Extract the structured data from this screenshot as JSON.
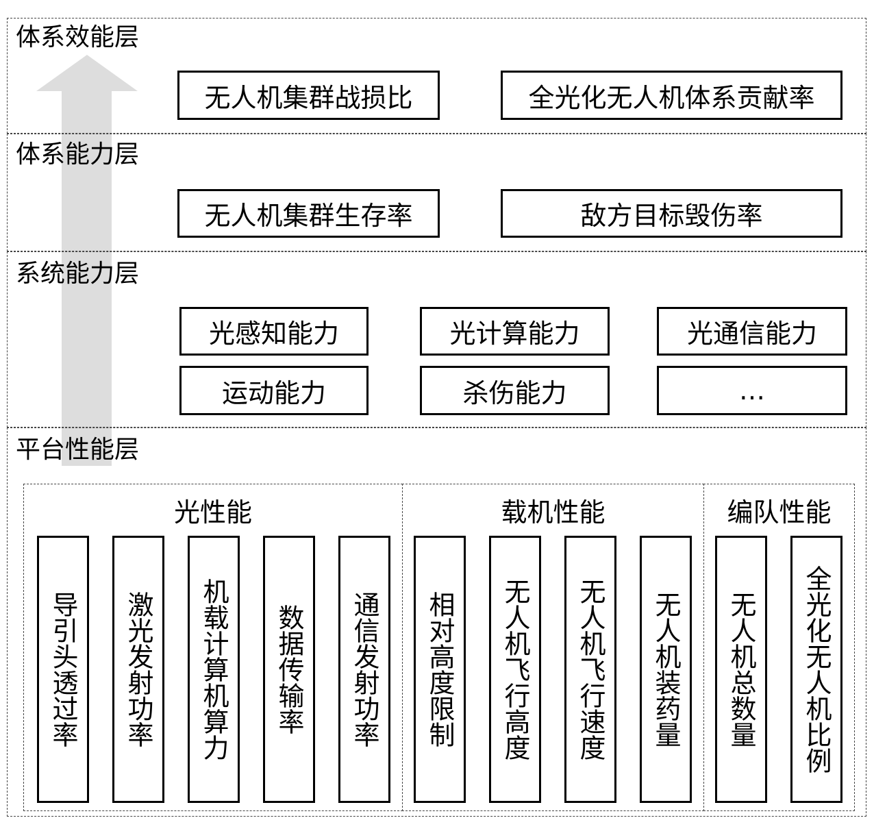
{
  "layers": {
    "effectiveness": {
      "title": "体系效能层",
      "items": [
        "无人机集群战损比",
        "全光化无人机体系贡献率"
      ]
    },
    "system_capability": {
      "title": "体系能力层",
      "items": [
        "无人机集群生存率",
        "敌方目标毁伤率"
      ]
    },
    "subsystem_capability": {
      "title": "系统能力层",
      "items": [
        "光感知能力",
        "光计算能力",
        "光通信能力",
        "运动能力",
        "杀伤能力",
        "…"
      ]
    },
    "platform_performance": {
      "title": "平台性能层",
      "groups": [
        {
          "title": "光性能",
          "items": [
            "导引头透过率",
            "激光发射功率",
            "机载计算机算力",
            "数据传输率",
            "通信发射功率"
          ]
        },
        {
          "title": "载机性能",
          "items": [
            "相对高度限制",
            "无人机飞行高度",
            "无人机飞行速度",
            "无人机装药量"
          ]
        },
        {
          "title": "编队性能",
          "items": [
            "无人机总数量",
            "全光化无人机比例"
          ]
        }
      ]
    }
  },
  "colors": {
    "arrow": "#dddddd",
    "border": "#000000",
    "dashed": "#444444"
  }
}
